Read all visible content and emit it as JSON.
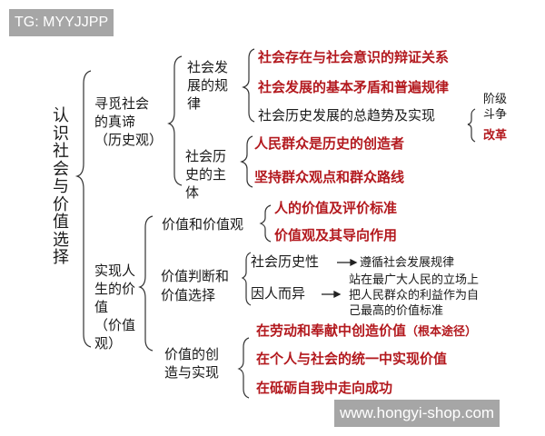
{
  "watermarks": {
    "top_left": "TG: MYYJJPP",
    "bottom_right": "www.hongyi-shop.com"
  },
  "colors": {
    "emphasis_red": "#b3191e",
    "text_black": "#1a1a1a",
    "watermark_gray": "#a6a6a6"
  },
  "root": {
    "label": "认\n识\n社\n会\n与\n价\n值\n选\n择"
  },
  "branch1": {
    "label": "寻觅社会\n的真谛\n（历史观）",
    "sub1": {
      "label": "社会发\n展的规\n律",
      "items": [
        "社会存在与社会意识的辩证关系",
        "社会发展的基本矛盾和普遍规律",
        "社会历史发展的总趋势及实现"
      ],
      "ways": {
        "label1": "阶级\n斗争",
        "label2": "改革"
      }
    },
    "sub2": {
      "label": "社会历\n史的主\n体",
      "items": [
        "人民群众是历史的创造者",
        "坚持群众观点和群众路线"
      ]
    }
  },
  "branch2": {
    "label": "实现人\n生的价\n值\n（价值\n观）",
    "sub1": {
      "label": "价值和价值观",
      "items": [
        "人的价值及评价标准",
        "价值观及其导向作用"
      ]
    },
    "sub2": {
      "label": "价值判断和\n价值选择",
      "feature1": "社会历史性",
      "feature1_result": "遵循社会发展规律",
      "feature2": "因人而异",
      "feature2_result": "站在最广大人民的立场上\n把人民群众的利益作为自\n己最高的价值标准",
      "arrow": "→"
    },
    "sub3": {
      "label": "价值的创\n造与实现",
      "items": [
        "在劳动和奉献中创造价值",
        "在个人与社会的统一中实现价值",
        "在砥砺自我中走向成功"
      ],
      "item1_note": "（根本途径）"
    }
  }
}
